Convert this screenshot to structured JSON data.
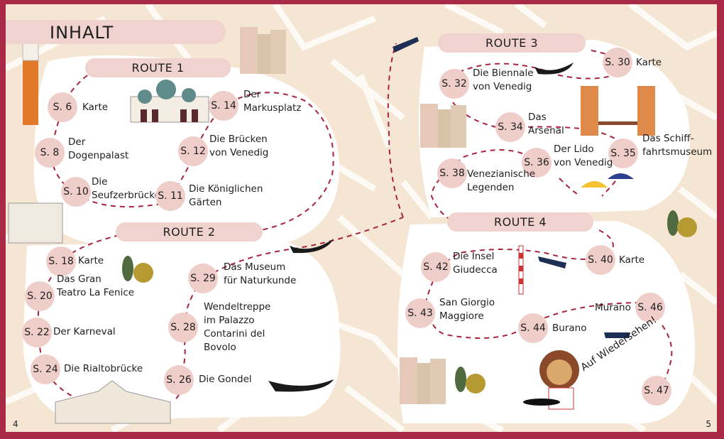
{
  "title": "INHALT",
  "routes": [
    {
      "label": "ROUTE 1",
      "entries": [
        {
          "page": "S. 6",
          "title": [
            "Karte"
          ]
        },
        {
          "page": "S. 8",
          "title": [
            "Der",
            "Dogenpalast"
          ]
        },
        {
          "page": "S. 10",
          "title": [
            "Die",
            "Seufzerbrücke"
          ]
        },
        {
          "page": "S. 11",
          "title": [
            "Die Königlichen",
            "Gärten"
          ]
        },
        {
          "page": "S. 12",
          "title": [
            "Die Brücken",
            "von Venedig"
          ]
        },
        {
          "page": "S. 14",
          "title": [
            "Der",
            "Markusplatz"
          ]
        }
      ]
    },
    {
      "label": "ROUTE 2",
      "entries": [
        {
          "page": "S. 18",
          "title": [
            "Karte"
          ]
        },
        {
          "page": "S. 20",
          "title": [
            "Das Gran",
            "Teatro La Fenice"
          ]
        },
        {
          "page": "S. 22",
          "title": [
            "Der Karneval"
          ]
        },
        {
          "page": "S. 24",
          "title": [
            "Die Rialtobrücke"
          ]
        },
        {
          "page": "S. 26",
          "title": [
            "Die Gondel"
          ]
        },
        {
          "page": "S. 28",
          "title": [
            "Wendeltreppe",
            "im Palazzo",
            "Contarini del",
            "Bovolo"
          ]
        },
        {
          "page": "S. 29",
          "title": [
            "Das Museum",
            "für Naturkunde"
          ]
        }
      ]
    },
    {
      "label": "ROUTE 3",
      "entries": [
        {
          "page": "S. 30",
          "title": [
            "Karte"
          ]
        },
        {
          "page": "S. 32",
          "title": [
            "Die Biennale",
            "von Venedig"
          ]
        },
        {
          "page": "S. 34",
          "title": [
            "Das",
            "Arsenal"
          ]
        },
        {
          "page": "S. 35",
          "title": [
            "Das Schiff-",
            "fahrtsmuseum"
          ]
        },
        {
          "page": "S. 36",
          "title": [
            "Der Lido",
            "von Venedig"
          ]
        },
        {
          "page": "S. 38",
          "title": [
            "Venezianische",
            "Legenden"
          ]
        }
      ]
    },
    {
      "label": "ROUTE 4",
      "entries": [
        {
          "page": "S. 40",
          "title": [
            "Karte"
          ]
        },
        {
          "page": "S. 42",
          "title": [
            "Die Insel",
            "Giudecca"
          ]
        },
        {
          "page": "S. 43",
          "title": [
            "San Giorgio",
            "Maggiore"
          ]
        },
        {
          "page": "S. 44",
          "title": [
            "Burano"
          ]
        },
        {
          "page": "S. 46",
          "title": [
            "Murano"
          ]
        },
        {
          "page": "S. 47",
          "title": []
        }
      ]
    }
  ],
  "farewell": "Auf Wiedersehen!",
  "page_numbers": {
    "left": "4",
    "right": "5"
  },
  "colors": {
    "frame": "#a82a47",
    "background": "#f5e6d3",
    "pill": "#f0d2cf",
    "circle": "#efcdc9",
    "route_line": "#a8233f"
  },
  "icons": [
    "campanile-icon",
    "basilica-icon",
    "houses-icon",
    "bridge-of-sighs-icon",
    "rialto-bridge-icon",
    "gondola-icon",
    "boat-icon",
    "arsenal-towers-icon",
    "umbrella-icon",
    "trees-icon",
    "birds-icon",
    "mooring-pole-icon",
    "lion-mascot-icon"
  ]
}
